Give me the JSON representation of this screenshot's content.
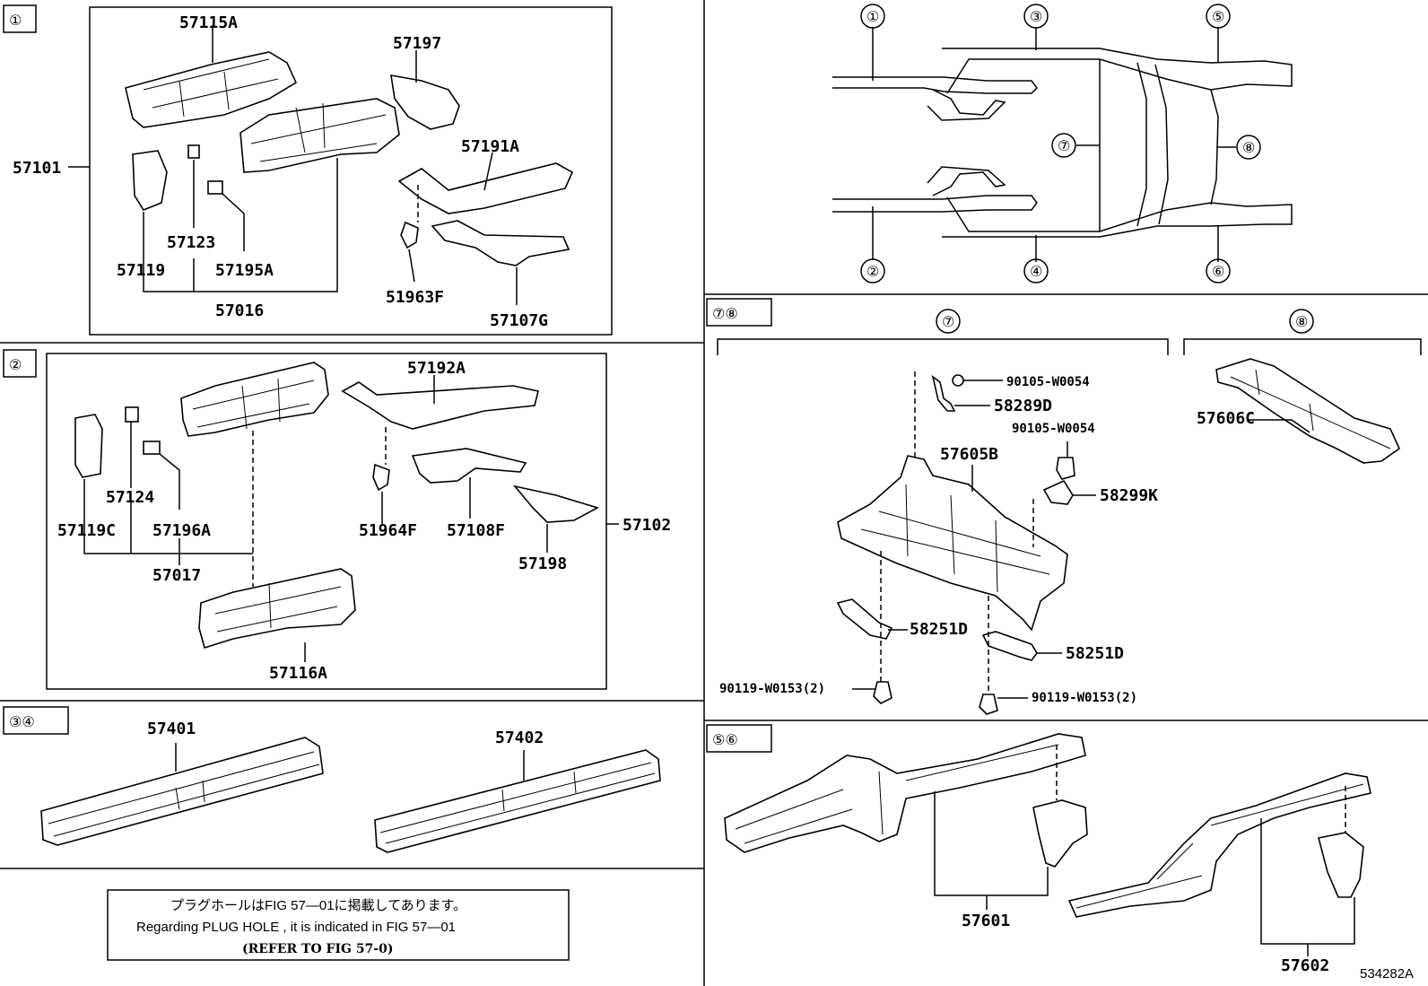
{
  "section_tags": {
    "s1": "①",
    "s2": "②",
    "s34": "③④",
    "s78": "⑦⑧",
    "s56": "⑤⑥"
  },
  "overview": {
    "c1": "①",
    "c2": "②",
    "c3": "③",
    "c4": "④",
    "c5": "⑤",
    "c6": "⑥",
    "c7": "⑦",
    "c8": "⑧"
  },
  "s1": {
    "p57115A": "57115A",
    "p57197": "57197",
    "p57101": "57101",
    "p57191A": "57191A",
    "p57123": "57123",
    "p57119": "57119",
    "p57195A": "57195A",
    "p57016": "57016",
    "p51963F": "51963F",
    "p57107G": "57107G"
  },
  "s2": {
    "p57192A": "57192A",
    "p57124": "57124",
    "p57119C": "57119C",
    "p57196A": "57196A",
    "p51964F": "51964F",
    "p57108F": "57108F",
    "p57102": "57102",
    "p57198": "57198",
    "p57017": "57017",
    "p57116A": "57116A"
  },
  "s34": {
    "p57401": "57401",
    "p57402": "57402"
  },
  "s78": {
    "head7": "⑦",
    "head8": "⑧",
    "b1": "90105-W0054",
    "p58289D": "58289D",
    "b2": "90105-W0054",
    "p57605B": "57605B",
    "p58299K": "58299K",
    "p58251D_a": "58251D",
    "p58251D_b": "58251D",
    "b3": "90119-W0153(2)",
    "b4": "90119-W0153(2)",
    "p57606C": "57606C"
  },
  "s56": {
    "p57601": "57601",
    "p57602": "57602"
  },
  "note": {
    "line1": "プラグホールはFIG 57—01に掲載してあります。",
    "line2": "Regarding PLUG HOLE , it is indicated in FIG 57—01",
    "line3": "(REFER TO FIG 57-0)"
  },
  "figure_id": "534282A"
}
